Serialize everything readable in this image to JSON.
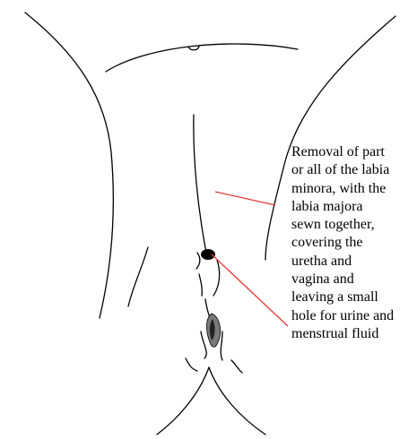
{
  "annotation": {
    "lines": [
      "Removal of part",
      "or all of the labia",
      "minora, with the",
      "labia majora",
      "sewn together,",
      "covering the",
      "uretha and",
      "vagina and",
      "leaving a small",
      "hole for urine and",
      "menstrual fluid"
    ]
  },
  "colors": {
    "outline": "#000000",
    "leader_line": "#e8393a",
    "opening_fill": "#000000",
    "lower_fill": "#7a7a7a"
  }
}
